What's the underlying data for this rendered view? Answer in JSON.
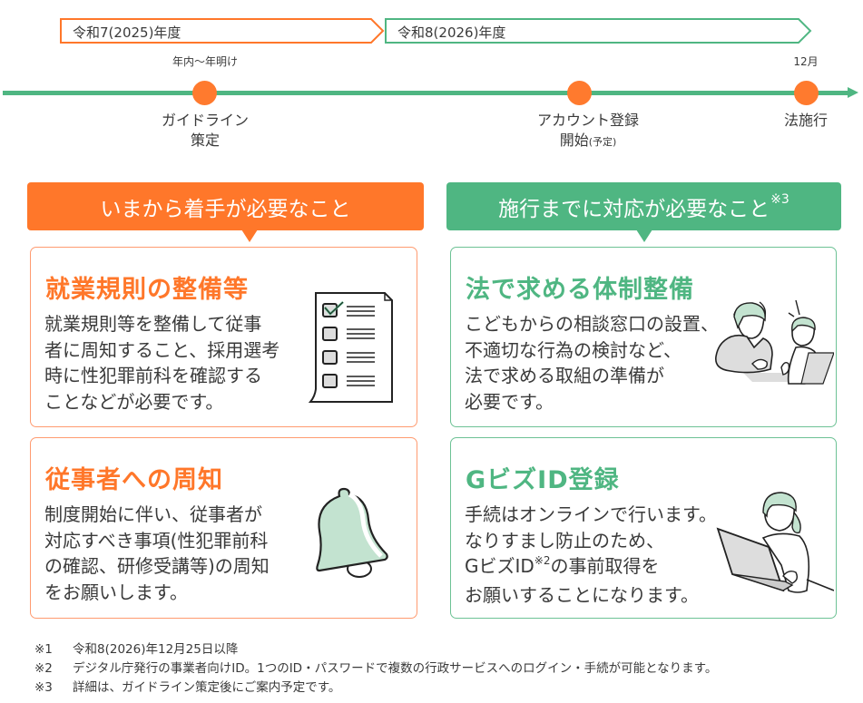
{
  "timeline": {
    "fiscal_years": [
      {
        "label": "令和7(2025)年度",
        "color": "#ff772a"
      },
      {
        "label": "令和8(2026)年度",
        "color": "#4fb682"
      }
    ],
    "line_color": "#4fb682",
    "milestone_color": "#ff7a2e",
    "milestones": [
      {
        "above": "年内～年明け",
        "below_line1": "ガイドライン",
        "below_line2": "策定",
        "below_suffix": ""
      },
      {
        "above": "",
        "below_line1": "アカウント登録",
        "below_line2": "開始",
        "below_suffix": "(予定)"
      },
      {
        "above": "12月",
        "below_line1": "法施行",
        "below_line2": "",
        "below_suffix": ""
      }
    ]
  },
  "sections": [
    {
      "header": "いまから着手が必要なこと",
      "header_sup": "",
      "color": "#ff772a",
      "cards": [
        {
          "title": "就業規則の整備等",
          "body": "就業規則等を整備して従事\n者に周知すること、採用選考\n時に性犯罪前科を確認する\nことなどが必要です。",
          "illustration": "checklist-icon"
        },
        {
          "title": "従事者への周知",
          "body": "制度開始に伴い、従事者が\n対応すべき事項(性犯罪前科\nの確認、研修受講等)の周知\nをお願いします。",
          "illustration": "bell-icon"
        }
      ]
    },
    {
      "header": "施行までに対応が必要なこと",
      "header_sup": "※3",
      "color": "#4fb682",
      "cards": [
        {
          "title": "法で求める体制整備",
          "body": "こどもからの相談窓口の設置、\n不適切な行為の検討など、\n法で求める取組の準備が\n必要です。",
          "illustration": "consultation-illustration"
        },
        {
          "title": "GビズID登録",
          "body_line1": "手続はオンラインで行います。",
          "body_line2": "なりすまし防止のため、",
          "body_line3_pre": "GビズID",
          "body_line3_sup": "※2",
          "body_line3_post": "の事前取得を",
          "body_line4": "お願いすることになります。",
          "illustration": "laptop-user-illustration"
        }
      ]
    }
  ],
  "notes": [
    {
      "mark": "※1",
      "text": "令和8(2026)年12月25日以降"
    },
    {
      "mark": "※2",
      "text": "デジタル庁発行の事業者向けID。1つのID・パスワードで複数の行政サービスへのログイン・手続が可能となります。"
    },
    {
      "mark": "※3",
      "text": "詳細は、ガイドライン策定後にご案内予定です。"
    }
  ]
}
